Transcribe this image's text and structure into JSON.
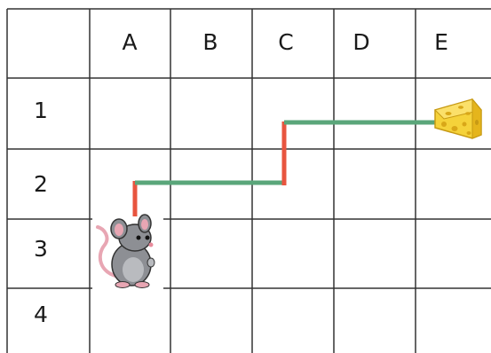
{
  "grid": {
    "columns": [
      "A",
      "B",
      "C",
      "D",
      "E"
    ],
    "rows": [
      "1",
      "2",
      "3",
      "4"
    ]
  },
  "path_segments": [
    {
      "name": "path-segment-up-from-mouse",
      "color": "#e8553f",
      "from": [
        "A",
        "3"
      ],
      "to": [
        "A",
        "2"
      ]
    },
    {
      "name": "path-segment-across-row-2",
      "color": "#5aa67a",
      "from": [
        "A",
        "2"
      ],
      "to": [
        "C",
        "2"
      ]
    },
    {
      "name": "path-segment-up-at-c",
      "color": "#e8553f",
      "from": [
        "C",
        "2"
      ],
      "to": [
        "C",
        "1"
      ]
    },
    {
      "name": "path-segment-across-row-1",
      "color": "#5aa67a",
      "from": [
        "C",
        "1"
      ],
      "to": [
        "E",
        "1"
      ]
    }
  ],
  "start": {
    "icon": "mouse-icon",
    "cell": [
      "A",
      "3"
    ]
  },
  "goal": {
    "icon": "cheese-icon",
    "cell": [
      "E",
      "1"
    ]
  },
  "colors": {
    "grid_line": "#333333",
    "vertical_step": "#e8553f",
    "horizontal_step": "#5aa67a"
  }
}
